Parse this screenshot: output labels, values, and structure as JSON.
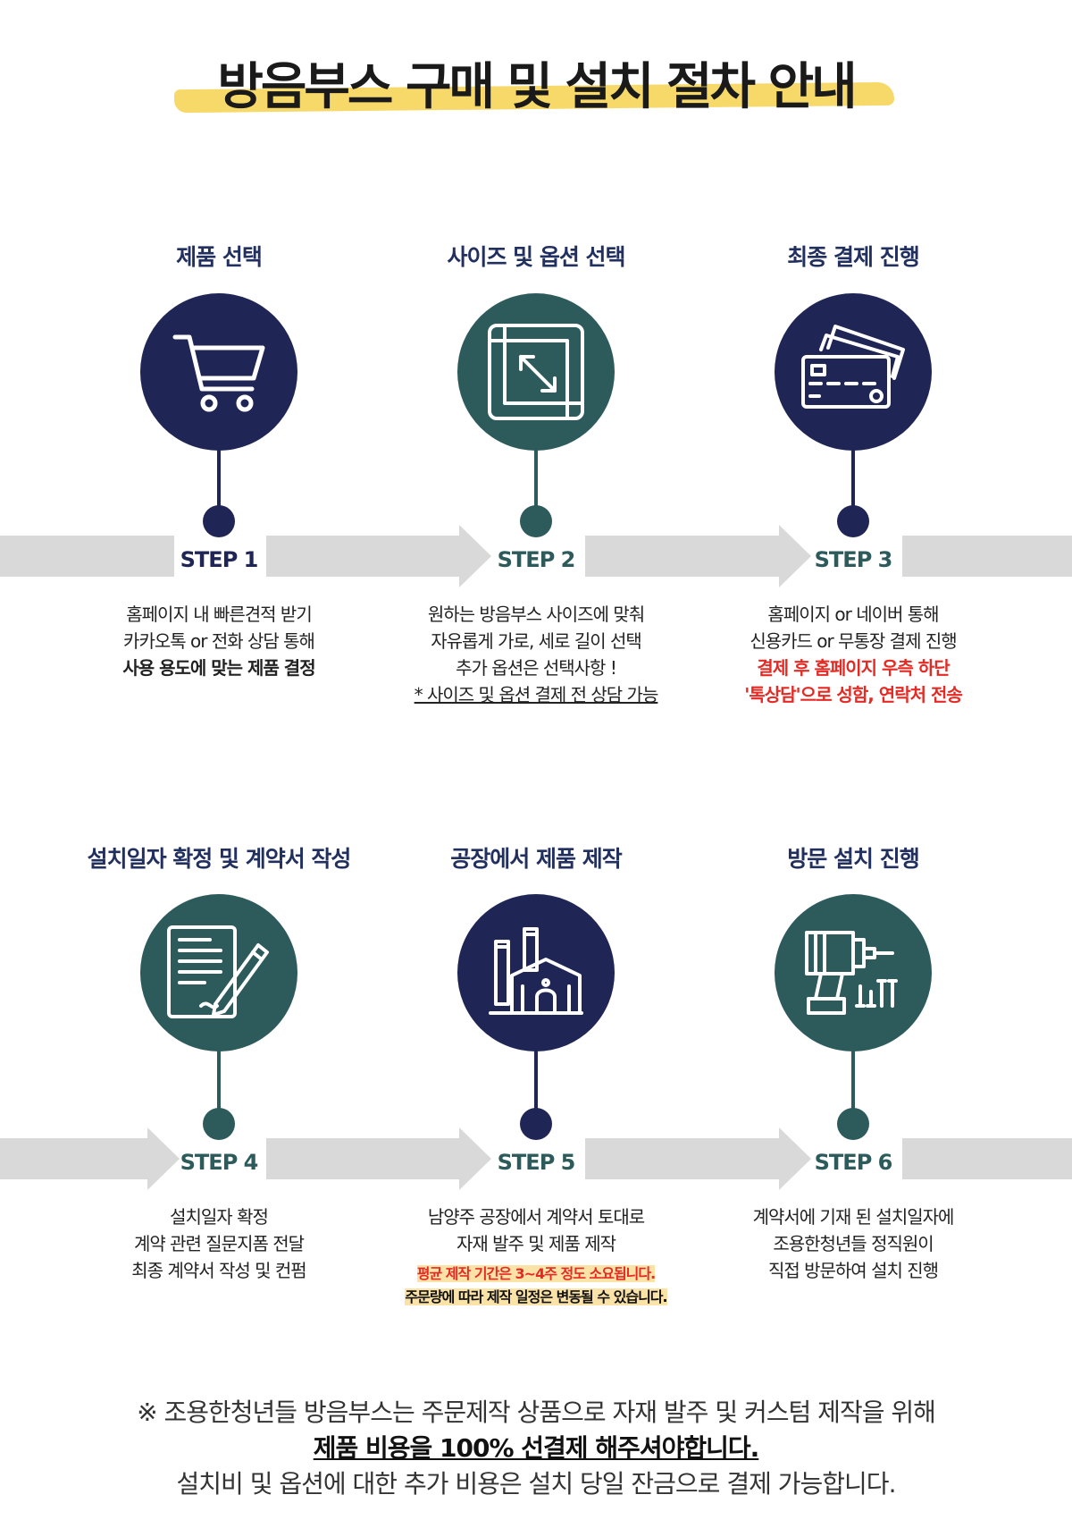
{
  "title": "방음부스 구매 및 설치 절차 안내",
  "colors": {
    "navy": "#1f2555",
    "teal": "#2d5a5a",
    "highlight": "#f7d96a",
    "red": "#e52a24",
    "rail": "#d9d9d9"
  },
  "steps": [
    {
      "heading": "제품 선택",
      "label": "STEP 1",
      "icon": "shopping-cart-icon",
      "desc": [
        "홈페이지 내 빠른견적 받기",
        "카카오톡 or 전화 상담 통해",
        "사용 용도에 맞는 제품 결정"
      ]
    },
    {
      "heading": "사이즈 및 옵션 선택",
      "label": "STEP 2",
      "icon": "resize-icon",
      "desc": [
        "원하는 방음부스 사이즈에 맞춰",
        "자유롭게 가로, 세로 길이 선택",
        "추가 옵션은 선택사항 !",
        "* 사이즈 및 옵션 결제 전 상담 가능"
      ]
    },
    {
      "heading": "최종 결제 진행",
      "label": "STEP 3",
      "icon": "credit-card-icon",
      "desc": [
        "홈페이지 or 네이버  통해",
        "신용카드 or 무통장 결제 진행",
        "결제 후 홈페이지 우측 하단",
        "'톡상담'으로 성함, 연락처 전송"
      ]
    },
    {
      "heading": "설치일자 확정 및 계약서 작성",
      "label": "STEP 4",
      "icon": "contract-pen-icon",
      "desc": [
        "설치일자 확정",
        "계약 관련 질문지폼 전달",
        "최종 계약서 작성 및 컨펌"
      ]
    },
    {
      "heading": "공장에서 제품 제작",
      "label": "STEP 5",
      "icon": "factory-icon",
      "desc": [
        "남양주 공장에서 계약서 토대로",
        "자재 발주 및 제품 제작",
        "평균 제작 기간은 3~4주 정도 소요됩니다.",
        "주문량에 따라 제작 일정은 변동될 수 있습니다."
      ]
    },
    {
      "heading": "방문 설치 진행",
      "label": "STEP 6",
      "icon": "drill-icon",
      "desc": [
        "계약서에 기재 된 설치일자에",
        "조용한청년들 정직원이",
        "직접 방문하여 설치 진행"
      ]
    }
  ],
  "footer": {
    "line1": "※ 조용한청년들 방음부스는 주문제작 상품으로 자재 발주 및 커스텀 제작을 위해",
    "line2": "제품 비용을 100% 선결제 해주셔야합니다.",
    "line3": "설치비 및 옵션에 대한 추가 비용은 설치 당일 잔금으로 결제 가능합니다."
  }
}
